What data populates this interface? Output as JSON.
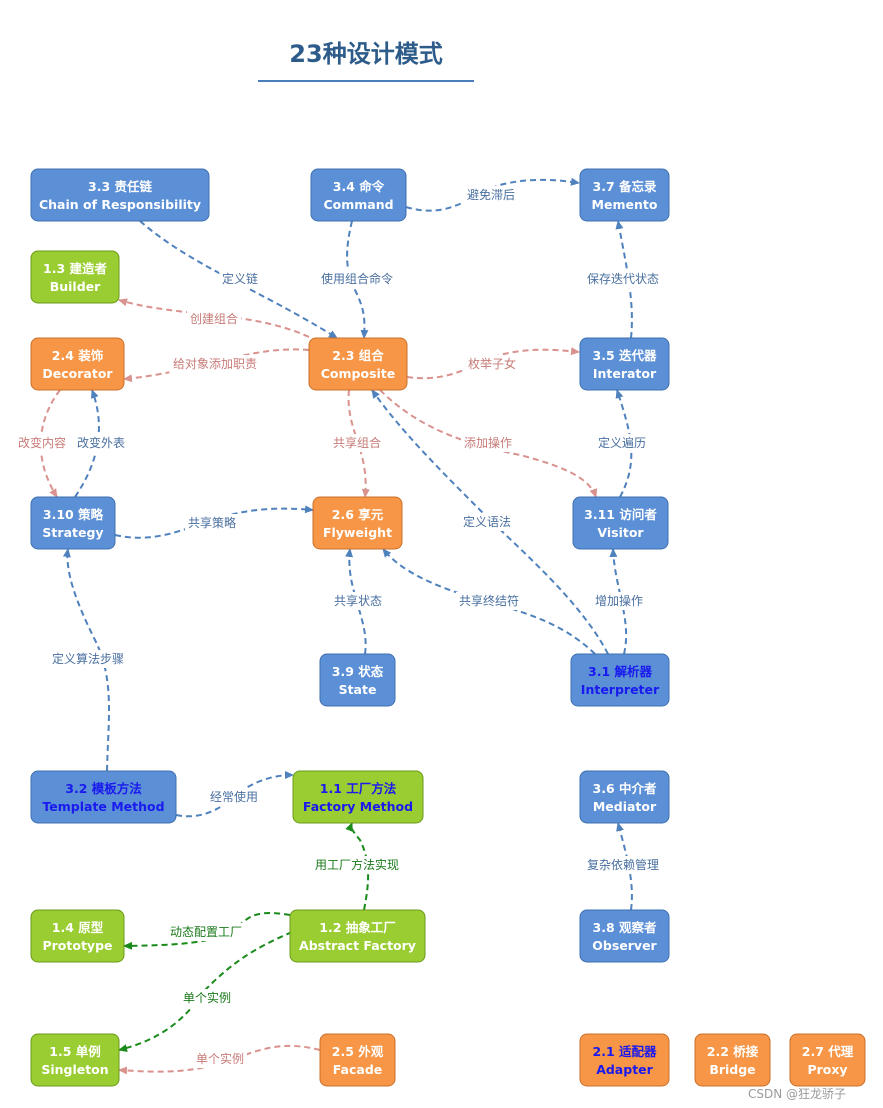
{
  "title": "23种设计模式",
  "watermark": "CSDN @狂龙骄子",
  "colors": {
    "blue": "#5b8fd6",
    "blue_stroke": "#3f6fb0",
    "orange": "#f79646",
    "orange_stroke": "#c9702a",
    "green": "#9acd32",
    "green_stroke": "#6a9a18",
    "edge_blue": "#4f81bd",
    "edge_red": "#d9928e",
    "edge_green": "#1a8a1a",
    "edge_label_blue": "#4a6fa0",
    "edge_label_red": "#c77b78",
    "edge_label_green": "#1a7a1a",
    "node_text": "#ffffff",
    "node_text_highlight": "#1a1aee"
  },
  "nodes": [
    {
      "id": "cor",
      "zh": "3.3 责任链",
      "en": "Chain of Responsibility",
      "color": "blue"
    },
    {
      "id": "command",
      "zh": "3.4 命令",
      "en": "Command",
      "color": "blue"
    },
    {
      "id": "memento",
      "zh": "3.7 备忘录",
      "en": "Memento",
      "color": "blue"
    },
    {
      "id": "builder",
      "zh": "1.3 建造者",
      "en": "Builder",
      "color": "green"
    },
    {
      "id": "decorator",
      "zh": "2.4 装饰",
      "en": "Decorator",
      "color": "orange"
    },
    {
      "id": "composite",
      "zh": "2.3 组合",
      "en": "Composite",
      "color": "orange"
    },
    {
      "id": "iterator",
      "zh": "3.5 迭代器",
      "en": "Interator",
      "color": "blue"
    },
    {
      "id": "strategy",
      "zh": "3.10 策略",
      "en": "Strategy",
      "color": "blue"
    },
    {
      "id": "flyweight",
      "zh": "2.6 享元",
      "en": "Flyweight",
      "color": "orange"
    },
    {
      "id": "visitor",
      "zh": "3.11 访问者",
      "en": "Visitor",
      "color": "blue"
    },
    {
      "id": "state",
      "zh": "3.9 状态",
      "en": "State",
      "color": "blue"
    },
    {
      "id": "interpreter",
      "zh": "3.1 解析器",
      "en": "Interpreter",
      "color": "blue",
      "highlight": true
    },
    {
      "id": "template",
      "zh": "3.2 模板方法",
      "en": "Template Method",
      "color": "blue",
      "highlight": true
    },
    {
      "id": "factorymethod",
      "zh": "1.1 工厂方法",
      "en": "Factory Method",
      "color": "green",
      "highlight": true
    },
    {
      "id": "mediator",
      "zh": "3.6 中介者",
      "en": "Mediator",
      "color": "blue"
    },
    {
      "id": "prototype",
      "zh": "1.4 原型",
      "en": "Prototype",
      "color": "green"
    },
    {
      "id": "abstractfactory",
      "zh": "1.2 抽象工厂",
      "en": "Abstract Factory",
      "color": "green"
    },
    {
      "id": "observer",
      "zh": "3.8 观察者",
      "en": "Observer",
      "color": "blue"
    },
    {
      "id": "singleton",
      "zh": "1.5 单例",
      "en": "Singleton",
      "color": "green"
    },
    {
      "id": "facade",
      "zh": "2.5 外观",
      "en": "Facade",
      "color": "orange"
    },
    {
      "id": "adapter",
      "zh": "2.1 适配器",
      "en": "Adapter",
      "color": "orange",
      "highlight": true
    },
    {
      "id": "bridge",
      "zh": "2.2 桥接",
      "en": "Bridge",
      "color": "orange"
    },
    {
      "id": "proxy",
      "zh": "2.7 代理",
      "en": "Proxy",
      "color": "orange"
    }
  ],
  "edges": [
    {
      "id": "e1",
      "from": "command",
      "to": "memento",
      "label": "避免滞后",
      "color": "blue"
    },
    {
      "id": "e2",
      "from": "cor",
      "to": "composite",
      "label": "定义链",
      "color": "blue"
    },
    {
      "id": "e3",
      "from": "command",
      "to": "composite",
      "label": "使用组合命令",
      "color": "blue"
    },
    {
      "id": "e4",
      "from": "iterator",
      "to": "memento",
      "label": "保存迭代状态",
      "color": "blue"
    },
    {
      "id": "e5",
      "from": "composite",
      "to": "builder",
      "label": "创建组合",
      "color": "red"
    },
    {
      "id": "e6",
      "from": "composite",
      "to": "decorator",
      "label": "给对象添加职责",
      "color": "red"
    },
    {
      "id": "e7",
      "from": "composite",
      "to": "iterator",
      "label": "枚举子女",
      "color": "red"
    },
    {
      "id": "e8",
      "from": "decorator",
      "to": "strategy",
      "label": "改变内容",
      "color": "red"
    },
    {
      "id": "e9",
      "from": "strategy",
      "to": "decorator",
      "label": "改变外表",
      "color": "blue"
    },
    {
      "id": "e10",
      "from": "composite",
      "to": "flyweight",
      "label": "共享组合",
      "color": "red"
    },
    {
      "id": "e11",
      "from": "composite",
      "to": "visitor",
      "label": "添加操作",
      "color": "red"
    },
    {
      "id": "e12",
      "from": "visitor",
      "to": "iterator",
      "label": "定义遍历",
      "color": "blue"
    },
    {
      "id": "e13",
      "from": "strategy",
      "to": "flyweight",
      "label": "共享策略",
      "color": "blue"
    },
    {
      "id": "e14",
      "from": "interpreter",
      "to": "composite",
      "label": "定义语法",
      "color": "blue"
    },
    {
      "id": "e15",
      "from": "state",
      "to": "flyweight",
      "label": "共享状态",
      "color": "blue"
    },
    {
      "id": "e16",
      "from": "interpreter",
      "to": "flyweight",
      "label": "共享终结符",
      "color": "blue"
    },
    {
      "id": "e17",
      "from": "interpreter",
      "to": "visitor",
      "label": "增加操作",
      "color": "blue"
    },
    {
      "id": "e18",
      "from": "template",
      "to": "strategy",
      "label": "定义算法步骤",
      "color": "blue"
    },
    {
      "id": "e19",
      "from": "template",
      "to": "factorymethod",
      "label": "经常使用",
      "color": "blue"
    },
    {
      "id": "e20",
      "from": "abstractfactory",
      "to": "factorymethod",
      "label": "用工厂方法实现",
      "color": "green"
    },
    {
      "id": "e21",
      "from": "observer",
      "to": "mediator",
      "label": "复杂依赖管理",
      "color": "blue"
    },
    {
      "id": "e22",
      "from": "abstractfactory",
      "to": "prototype",
      "label": "动态配置工厂",
      "color": "green"
    },
    {
      "id": "e23",
      "from": "abstractfactory",
      "to": "singleton",
      "label": "单个实例",
      "color": "green"
    },
    {
      "id": "e24",
      "from": "facade",
      "to": "singleton",
      "label": "单个实例",
      "color": "red"
    }
  ]
}
